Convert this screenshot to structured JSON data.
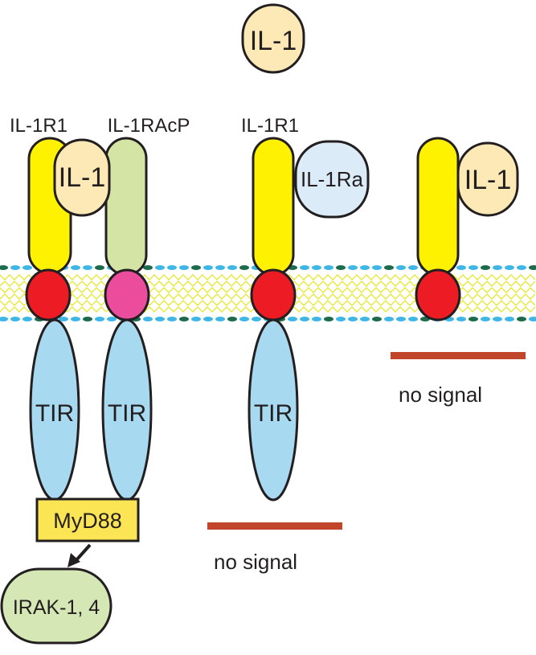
{
  "colors": {
    "receptor_yellow": "#fff200",
    "ligand_cream": "#fde9b5",
    "accessory_green": "#d4e4a4",
    "il1ra_blue": "#dcebf8",
    "tir_blue": "#a7daf0",
    "joint_red": "#ed1c24",
    "joint_magenta": "#ec4c9c",
    "myd88_yellow": "#fbe555",
    "irak_green": "#d5e7b4",
    "no_signal_bar": "#c0452b",
    "membrane_head_blue": "#3fb7e6",
    "membrane_head_green": "#1c6b4c",
    "membrane_lipid": "#e4e61a"
  },
  "ligand_free": {
    "label": "IL-1"
  },
  "complex_active": {
    "receptor_label": "IL-1R1",
    "accessory_label": "IL-1RAcP",
    "ligand_label": "IL-1",
    "tir_left": "TIR",
    "tir_right": "TIR",
    "adaptor": "MyD88",
    "kinase": "IRAK-1, 4"
  },
  "complex_antagonist": {
    "receptor_label": "IL-1R1",
    "antagonist_label": "IL-1Ra",
    "tir": "TIR",
    "result": "no signal"
  },
  "complex_truncated": {
    "ligand_label": "IL-1",
    "result": "no signal"
  }
}
